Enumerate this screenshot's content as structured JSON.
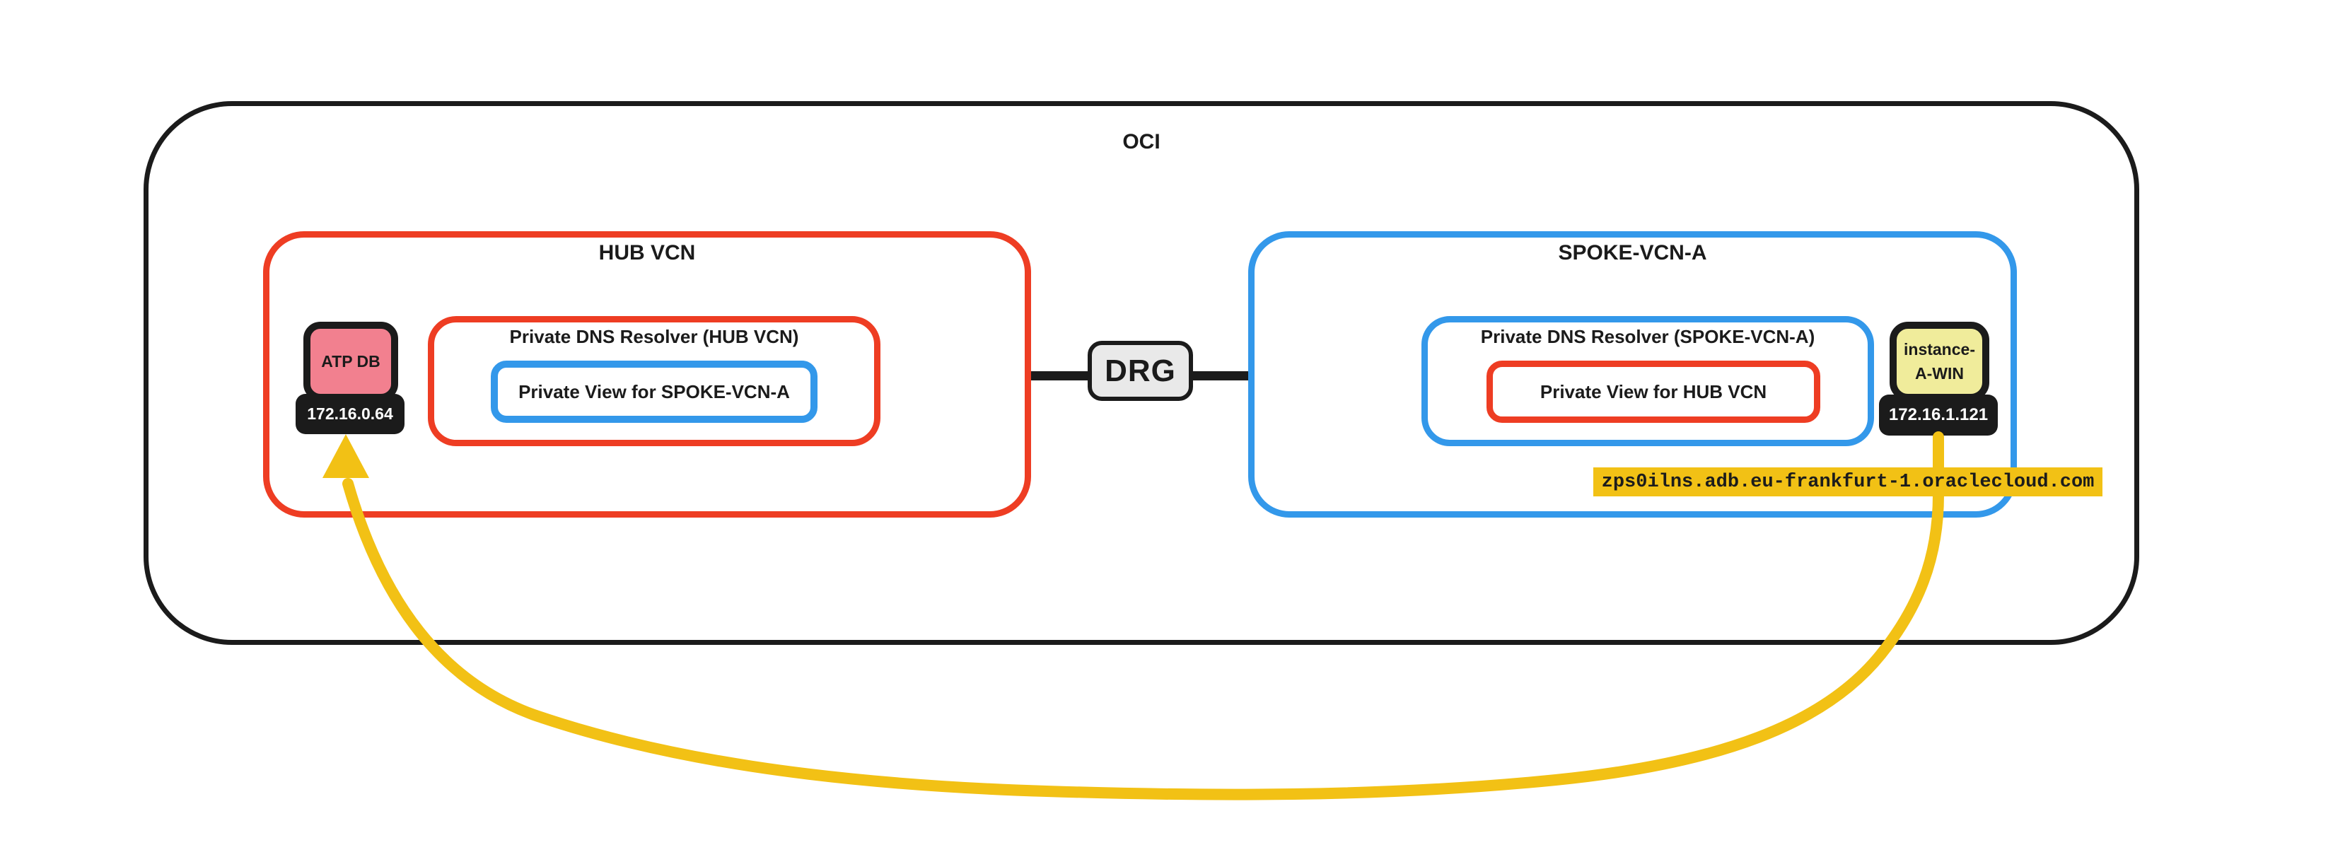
{
  "diagram": {
    "title": "OCI",
    "hub_vcn": {
      "title": "HUB VCN",
      "atp_db": {
        "label": "ATP DB",
        "ip": "172.16.0.64"
      },
      "resolver": {
        "title": "Private DNS Resolver (HUB VCN)",
        "private_view": "Private View for SPOKE-VCN-A"
      }
    },
    "drg": {
      "label": "DRG"
    },
    "spoke_vcn_a": {
      "title": "SPOKE-VCN-A",
      "resolver": {
        "title": "Private DNS Resolver (SPOKE-VCN-A)",
        "private_view": "Private View for HUB VCN"
      },
      "instance": {
        "name_line1": "instance-",
        "name_line2": "A-WIN",
        "ip": "172.16.1.121"
      }
    },
    "fqdn": "zps0ilns.adb.eu-frankfurt-1.oraclecloud.com",
    "colors": {
      "ink": "#1b1b1b",
      "red": "#ee3d23",
      "blue": "#3398ea",
      "gold": "#f2c115",
      "pink": "#f2808f",
      "light_yellow": "#f0ec9b",
      "drg_fill": "#e9e9e9",
      "paper": "#ffffff"
    }
  }
}
